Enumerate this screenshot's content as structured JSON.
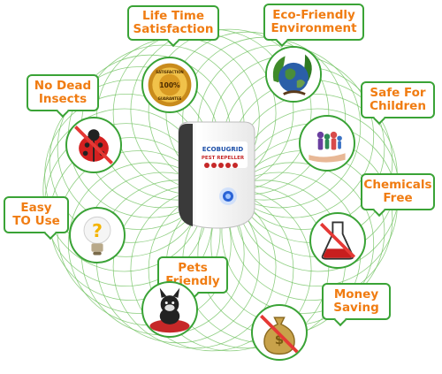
{
  "colors": {
    "accent_orange": "#f07c12",
    "ring_green": "#3aa336",
    "pattern_green": "#69bf58",
    "device_blue": "#2a63d6"
  },
  "benefits": [
    {
      "id": "life-time",
      "label": "Life Time\nSatisfaction",
      "icon": "guarantee-seal-icon"
    },
    {
      "id": "eco-friendly",
      "label": "Eco-Friendly\nEnvironment",
      "icon": "earth-globe-icon"
    },
    {
      "id": "no-dead-insects",
      "label": "No Dead\nInsects",
      "icon": "no-ladybug-icon"
    },
    {
      "id": "safe-children",
      "label": "Safe For\nChildren",
      "icon": "family-hand-icon"
    },
    {
      "id": "chemicals-free",
      "label": "Chemicals\nFree",
      "icon": "no-flask-icon"
    },
    {
      "id": "easy-to-use",
      "label": "Easy\nTO Use",
      "icon": "question-bulb-icon"
    },
    {
      "id": "pets-friendly",
      "label": "Pets\nFriendly",
      "icon": "dog-icon"
    },
    {
      "id": "money-saving",
      "label": "Money\nSaving",
      "icon": "no-money-bag-icon"
    }
  ],
  "device": {
    "brand": "ECOBUGRID",
    "product": "PEST REPELLER",
    "icon": "plug-in-repeller-icon"
  },
  "seal": {
    "top": "SATISFACTION",
    "center": "100%",
    "bottom": "GUARANTEE"
  }
}
